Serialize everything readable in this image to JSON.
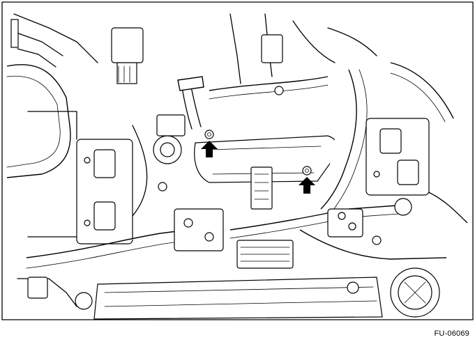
{
  "figure": {
    "code": "FU-06069",
    "subject": "engine-compartment-line-drawing",
    "arrow_count": 2,
    "arrow_icon": "arrow-up-icon"
  }
}
